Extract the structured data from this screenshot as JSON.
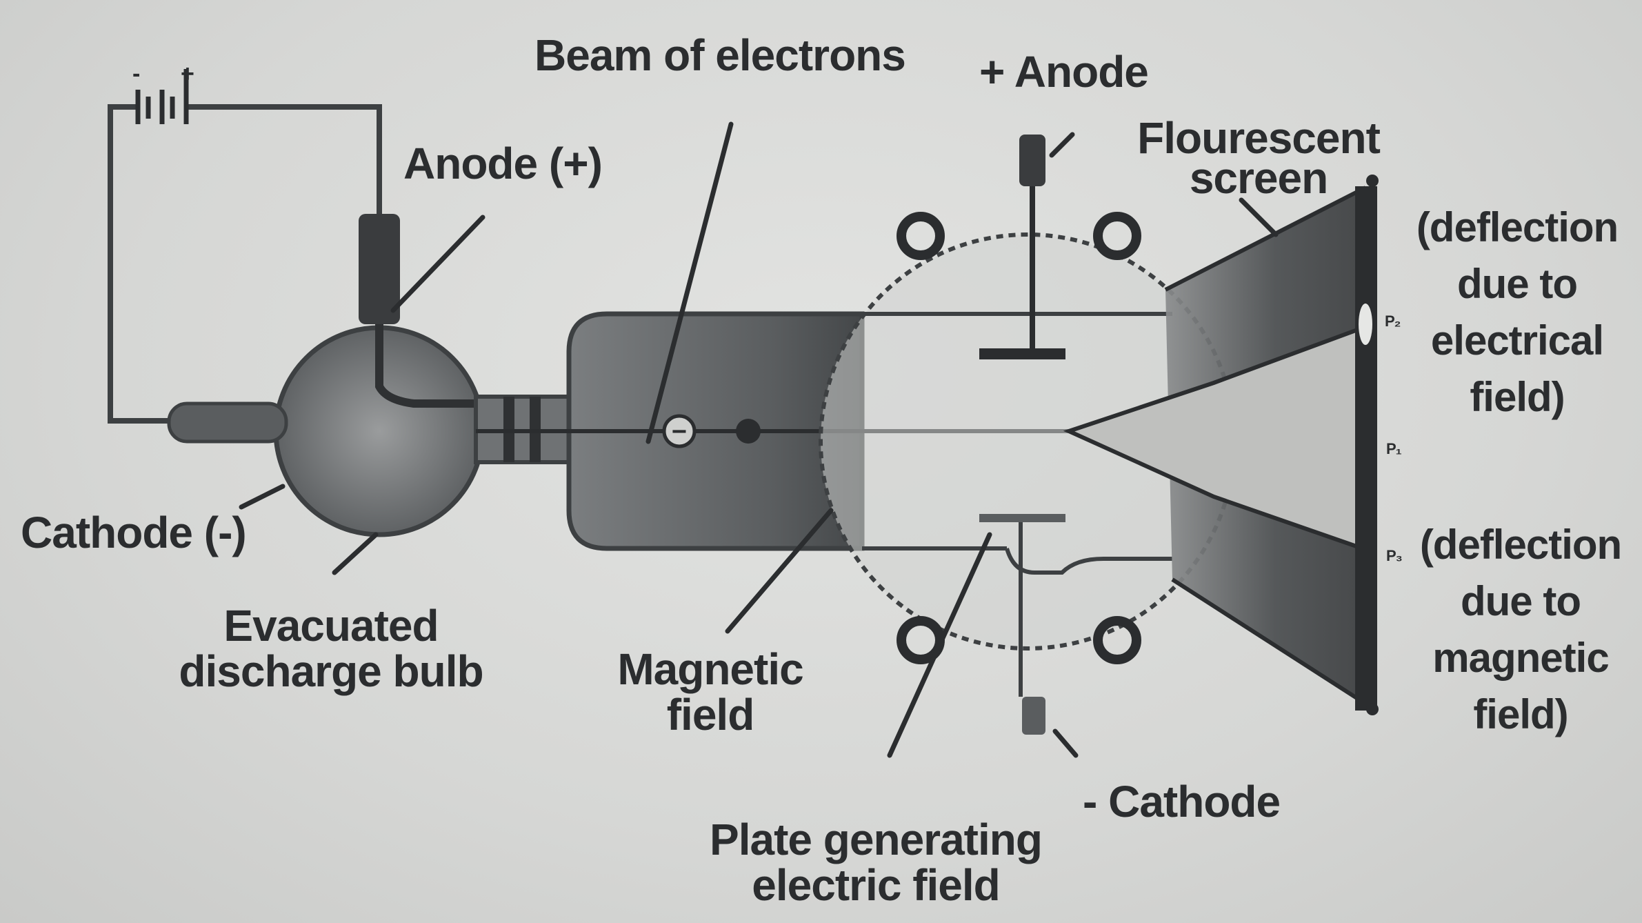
{
  "labels": {
    "beam": "Beam of electrons",
    "anode_plus_top": "+ Anode",
    "fluorescent_1": "Flourescent",
    "fluorescent_2": "screen",
    "anode_left": "Anode (+)",
    "cathode_left": "Cathode (-)",
    "evacuated_1": "Evacuated",
    "evacuated_2": "discharge bulb",
    "magnetic_1": "Magnetic",
    "magnetic_2": "field",
    "plate_1": "Plate generating",
    "plate_2": "electric field",
    "cathode_bottom": "- Cathode",
    "defl_elec_1": "(deflection",
    "defl_elec_2": "due to",
    "defl_elec_3": "electrical",
    "defl_elec_4": "field)",
    "defl_mag_1": "(deflection",
    "defl_mag_2": "due to",
    "defl_mag_3": "magnetic",
    "defl_mag_4": "field)",
    "p2": "P₂",
    "p1": "P₁",
    "p3": "P₃",
    "battery_minus": "-",
    "battery_plus": "+",
    "electron_symbol": "−"
  },
  "colors": {
    "ink": "#2b2d2f",
    "shade_dark": "#3d4042",
    "shade_mid": "#6f7274",
    "background": "#d9dad8"
  }
}
